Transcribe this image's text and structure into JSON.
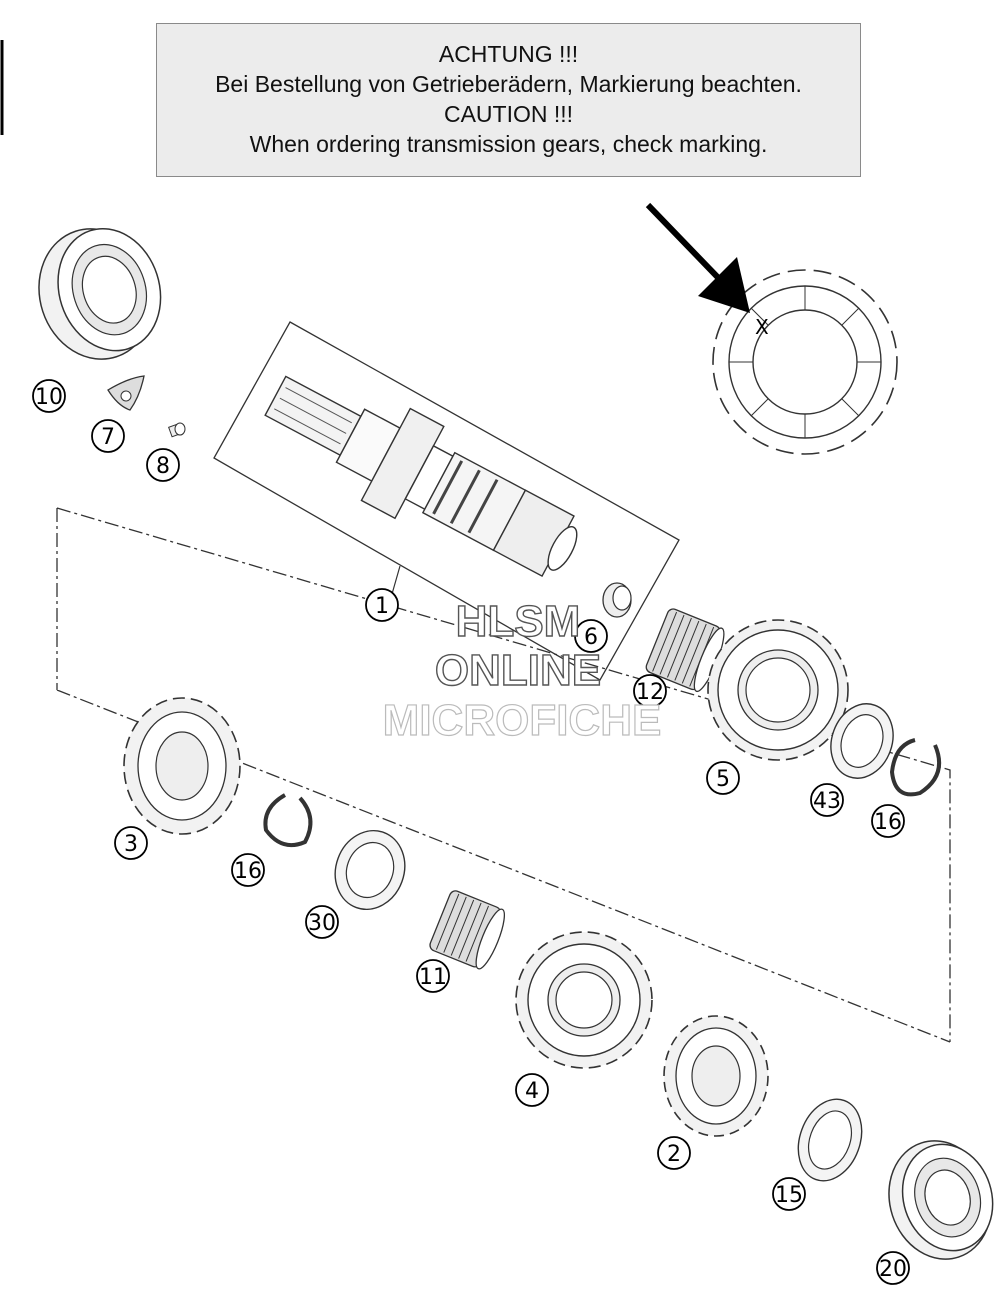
{
  "notice": {
    "line1": "ACHTUNG !!!",
    "line2": "Bei Bestellung von Getrieberädern, Markierung beachten.",
    "line3": "CAUTION !!!",
    "line4": "When ordering transmission gears, check marking."
  },
  "marking": "X",
  "watermark": {
    "line1": "HLSM",
    "line2": "ONLINE",
    "line3": "MICROFICHE"
  },
  "callouts": [
    {
      "id": "c10",
      "label": "10"
    },
    {
      "id": "c7",
      "label": "7"
    },
    {
      "id": "c8",
      "label": "8"
    },
    {
      "id": "c1",
      "label": "1"
    },
    {
      "id": "c6",
      "label": "6"
    },
    {
      "id": "c12",
      "label": "12"
    },
    {
      "id": "c5",
      "label": "5"
    },
    {
      "id": "c43",
      "label": "43"
    },
    {
      "id": "c16a",
      "label": "16"
    },
    {
      "id": "c3",
      "label": "3"
    },
    {
      "id": "c16b",
      "label": "16"
    },
    {
      "id": "c30",
      "label": "30"
    },
    {
      "id": "c11",
      "label": "11"
    },
    {
      "id": "c4",
      "label": "4"
    },
    {
      "id": "c2",
      "label": "2"
    },
    {
      "id": "c15",
      "label": "15"
    },
    {
      "id": "c20",
      "label": "20"
    }
  ]
}
